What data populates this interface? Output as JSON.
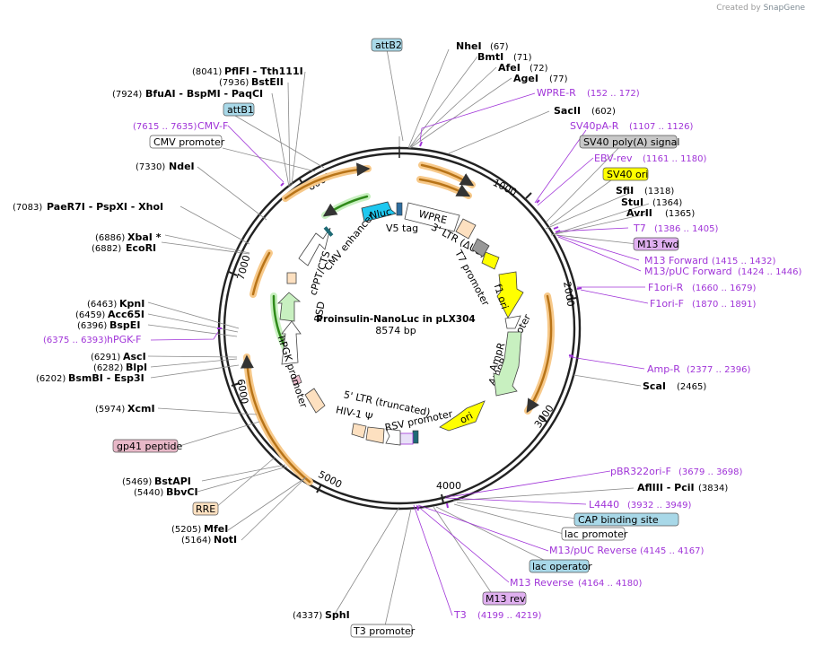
{
  "credit": {
    "prefix": "Created by",
    "brand": "SnapGene"
  },
  "plasmid": {
    "name": "Proinsulin-NanoLuc in pLX304",
    "size": "8574 bp",
    "length": 8574
  },
  "ticks": [
    "1000",
    "2000",
    "3000",
    "4000",
    "5000",
    "6000",
    "7000",
    "8000"
  ],
  "colors": {
    "primer": "#a034d8",
    "yellow": "#ffff00",
    "green": "#c8f0c0",
    "blue": "#1ec8f0",
    "orange": "#f7a33d"
  },
  "sites": [
    {
      "name": "NheI",
      "pos": "(67)"
    },
    {
      "name": "BmtI",
      "pos": "(71)"
    },
    {
      "name": "AfeI",
      "pos": "(72)"
    },
    {
      "name": "AgeI",
      "pos": "(77)"
    },
    {
      "name": "SacII",
      "pos": "(602)"
    },
    {
      "name": "SfiI",
      "pos": "(1318)"
    },
    {
      "name": "StuI",
      "pos": "(1364)"
    },
    {
      "name": "AvrII",
      "pos": "(1365)"
    },
    {
      "name": "ScaI",
      "pos": "(2465)"
    },
    {
      "name": "AflIII  -  PciI",
      "pos": "(3834)"
    },
    {
      "name": "SphI",
      "pos": "(4337)"
    },
    {
      "name": "NotI",
      "pos": "(5164)"
    },
    {
      "name": "MfeI",
      "pos": "(5205)"
    },
    {
      "name": "BbvCI",
      "pos": "(5440)"
    },
    {
      "name": "BstAPI",
      "pos": "(5469)"
    },
    {
      "name": "XcmI",
      "pos": "(5974)"
    },
    {
      "name": "BsmBI   -  Esp3I",
      "pos": "(6202)"
    },
    {
      "name": "BlpI",
      "pos": "(6282)"
    },
    {
      "name": "AscI",
      "pos": "(6291)"
    },
    {
      "name": "BspEI",
      "pos": "(6396)"
    },
    {
      "name": "Acc65I",
      "pos": "(6459)"
    },
    {
      "name": "KpnI",
      "pos": "(6463)"
    },
    {
      "name": "EcoRI",
      "pos": "(6882)"
    },
    {
      "name": "XbaI  *",
      "pos": "(6886)"
    },
    {
      "name": "PaeR7I   -  PspXI   -  XhoI",
      "pos": "(7083)"
    },
    {
      "name": "NdeI",
      "pos": "(7330)"
    },
    {
      "name": "BfuAI   -  BspMI   -  PaqCI",
      "pos": "(7924)"
    },
    {
      "name": "BstEII",
      "pos": "(7936)"
    },
    {
      "name": "PflFI   -  Tth111I",
      "pos": "(8041)"
    }
  ],
  "primers": [
    {
      "name": "WPRE-R",
      "pos": "(152 .. 172)"
    },
    {
      "name": "SV40pA-R",
      "pos": "(1107 .. 1126)"
    },
    {
      "name": "EBV-rev",
      "pos": "(1161 .. 1180)"
    },
    {
      "name": "T7",
      "pos": "(1386 .. 1405)"
    },
    {
      "name": "M13 Forward",
      "pos": "(1415 .. 1432)"
    },
    {
      "name": "M13/pUC Forward",
      "pos": "(1424 .. 1446)"
    },
    {
      "name": "F1ori-R",
      "pos": "(1660 .. 1679)"
    },
    {
      "name": "F1ori-F",
      "pos": "(1870 .. 1891)"
    },
    {
      "name": "Amp-R",
      "pos": "(2377 .. 2396)"
    },
    {
      "name": "pBR322ori-F",
      "pos": "(3679 .. 3698)"
    },
    {
      "name": "L4440",
      "pos": "(3932 .. 3949)"
    },
    {
      "name": "M13/pUC Reverse",
      "pos": "(4145 .. 4167)"
    },
    {
      "name": "M13 Reverse",
      "pos": "(4164 .. 4180)"
    },
    {
      "name": "T3",
      "pos": "(4199 .. 4219)"
    },
    {
      "name": "hPGK-F",
      "pos": "(6375 .. 6393)"
    },
    {
      "name": "CMV-F",
      "pos": "(7615 .. 7635)"
    }
  ],
  "boxes": {
    "attB2": "attB2",
    "attB1": "attB1",
    "cmv_promoter": "CMV promoter",
    "sv40_polya": "SV40 poly(A) signal",
    "sv40_ori": "SV40 ori",
    "m13_fwd": "M13 fwd",
    "cap_site": "CAP binding site",
    "lac_promoter": "lac promoter",
    "lac_operator": "lac operator",
    "m13_rev": "M13 rev",
    "t3_promoter": "T3 promoter",
    "rre": "RRE",
    "gp41": "gp41 peptide"
  },
  "features": {
    "nluc": "Nluc",
    "v5": "V5 tag",
    "wpre": "WPRE",
    "ltr3": "3' LTR (ΔU3)",
    "t7p": "T7 promoter",
    "f1": "f1 ori",
    "ampp": "AmpR promoter",
    "ampr": "AmpR",
    "ori": "ori",
    "rsv": "RSV promoter",
    "ltr5": "5' LTR (truncated)",
    "hiv": "HIV-1 Ψ",
    "hpgk": "hPGK promoter",
    "bsd": "BSD",
    "cppt": "cPPT/CTS",
    "cmve": "CMV enhancer"
  }
}
